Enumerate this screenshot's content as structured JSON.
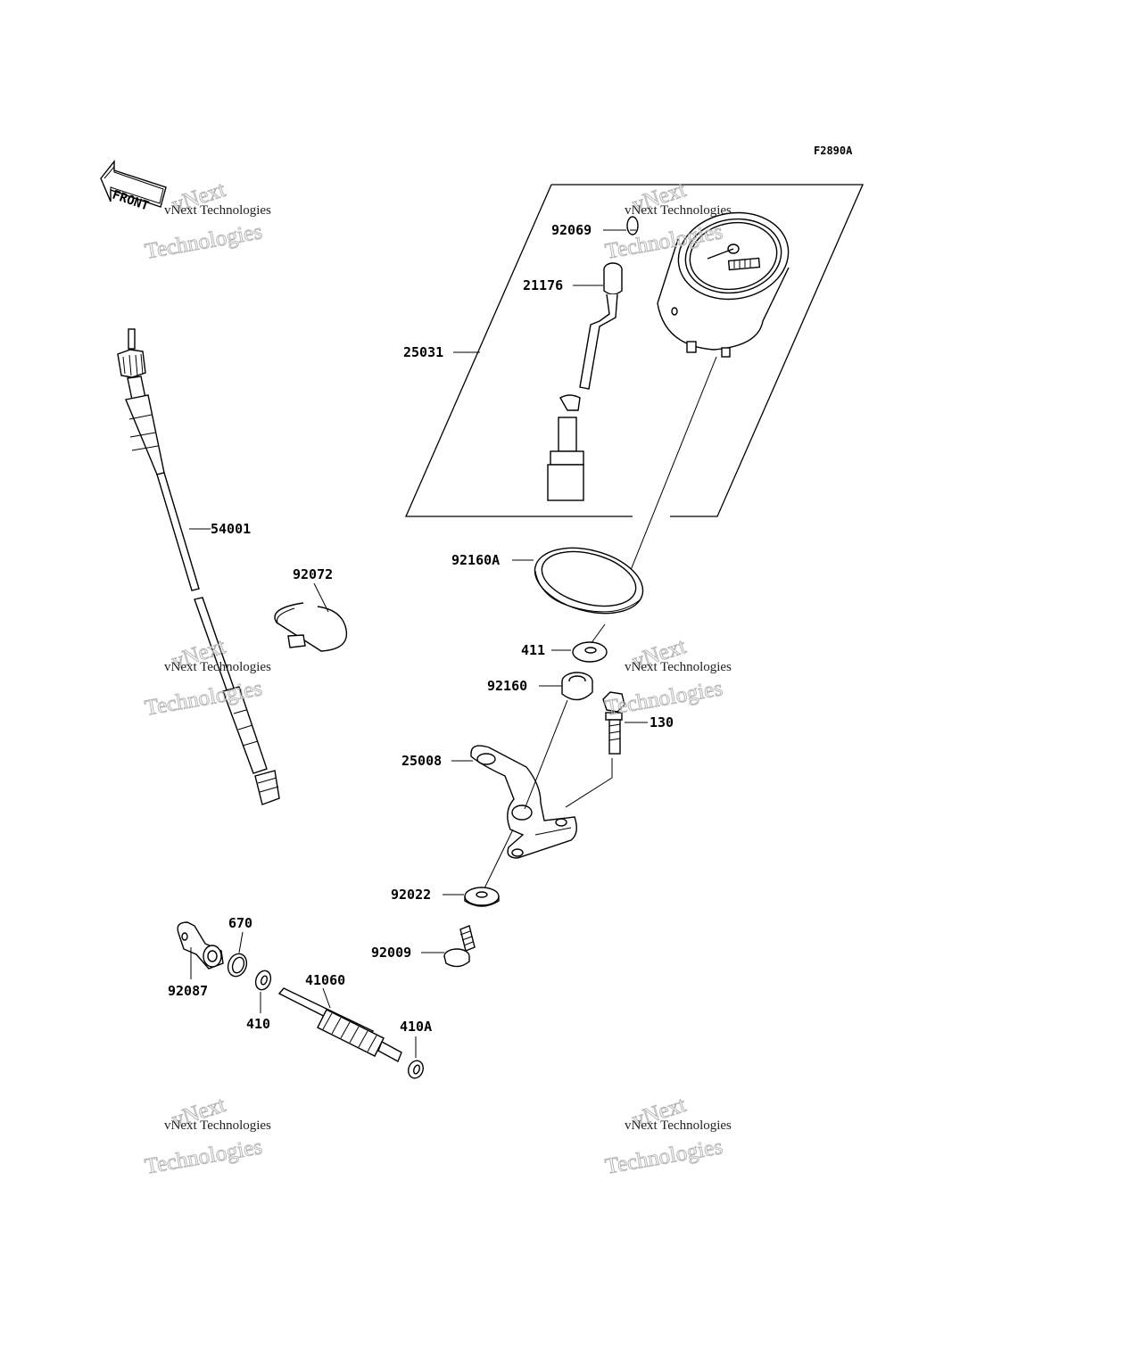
{
  "figure_code": "F2890A",
  "front_marker": "FRONT",
  "watermark": {
    "line1": "vNext Technologies",
    "line2": "Technologies",
    "line3": "vNext"
  },
  "parts": [
    {
      "id": "p92069",
      "number": "92069"
    },
    {
      "id": "p21176",
      "number": "21176"
    },
    {
      "id": "p25031",
      "number": "25031"
    },
    {
      "id": "p54001",
      "number": "54001"
    },
    {
      "id": "p92072",
      "number": "92072"
    },
    {
      "id": "p92160A",
      "number": "92160A"
    },
    {
      "id": "p411",
      "number": "411"
    },
    {
      "id": "p92160",
      "number": "92160"
    },
    {
      "id": "p130",
      "number": "130"
    },
    {
      "id": "p25008",
      "number": "25008"
    },
    {
      "id": "p92022",
      "number": "92022"
    },
    {
      "id": "p670",
      "number": "670"
    },
    {
      "id": "p92009",
      "number": "92009"
    },
    {
      "id": "p92087",
      "number": "92087"
    },
    {
      "id": "p41060",
      "number": "41060"
    },
    {
      "id": "p410",
      "number": "410"
    },
    {
      "id": "p410A",
      "number": "410A"
    }
  ]
}
